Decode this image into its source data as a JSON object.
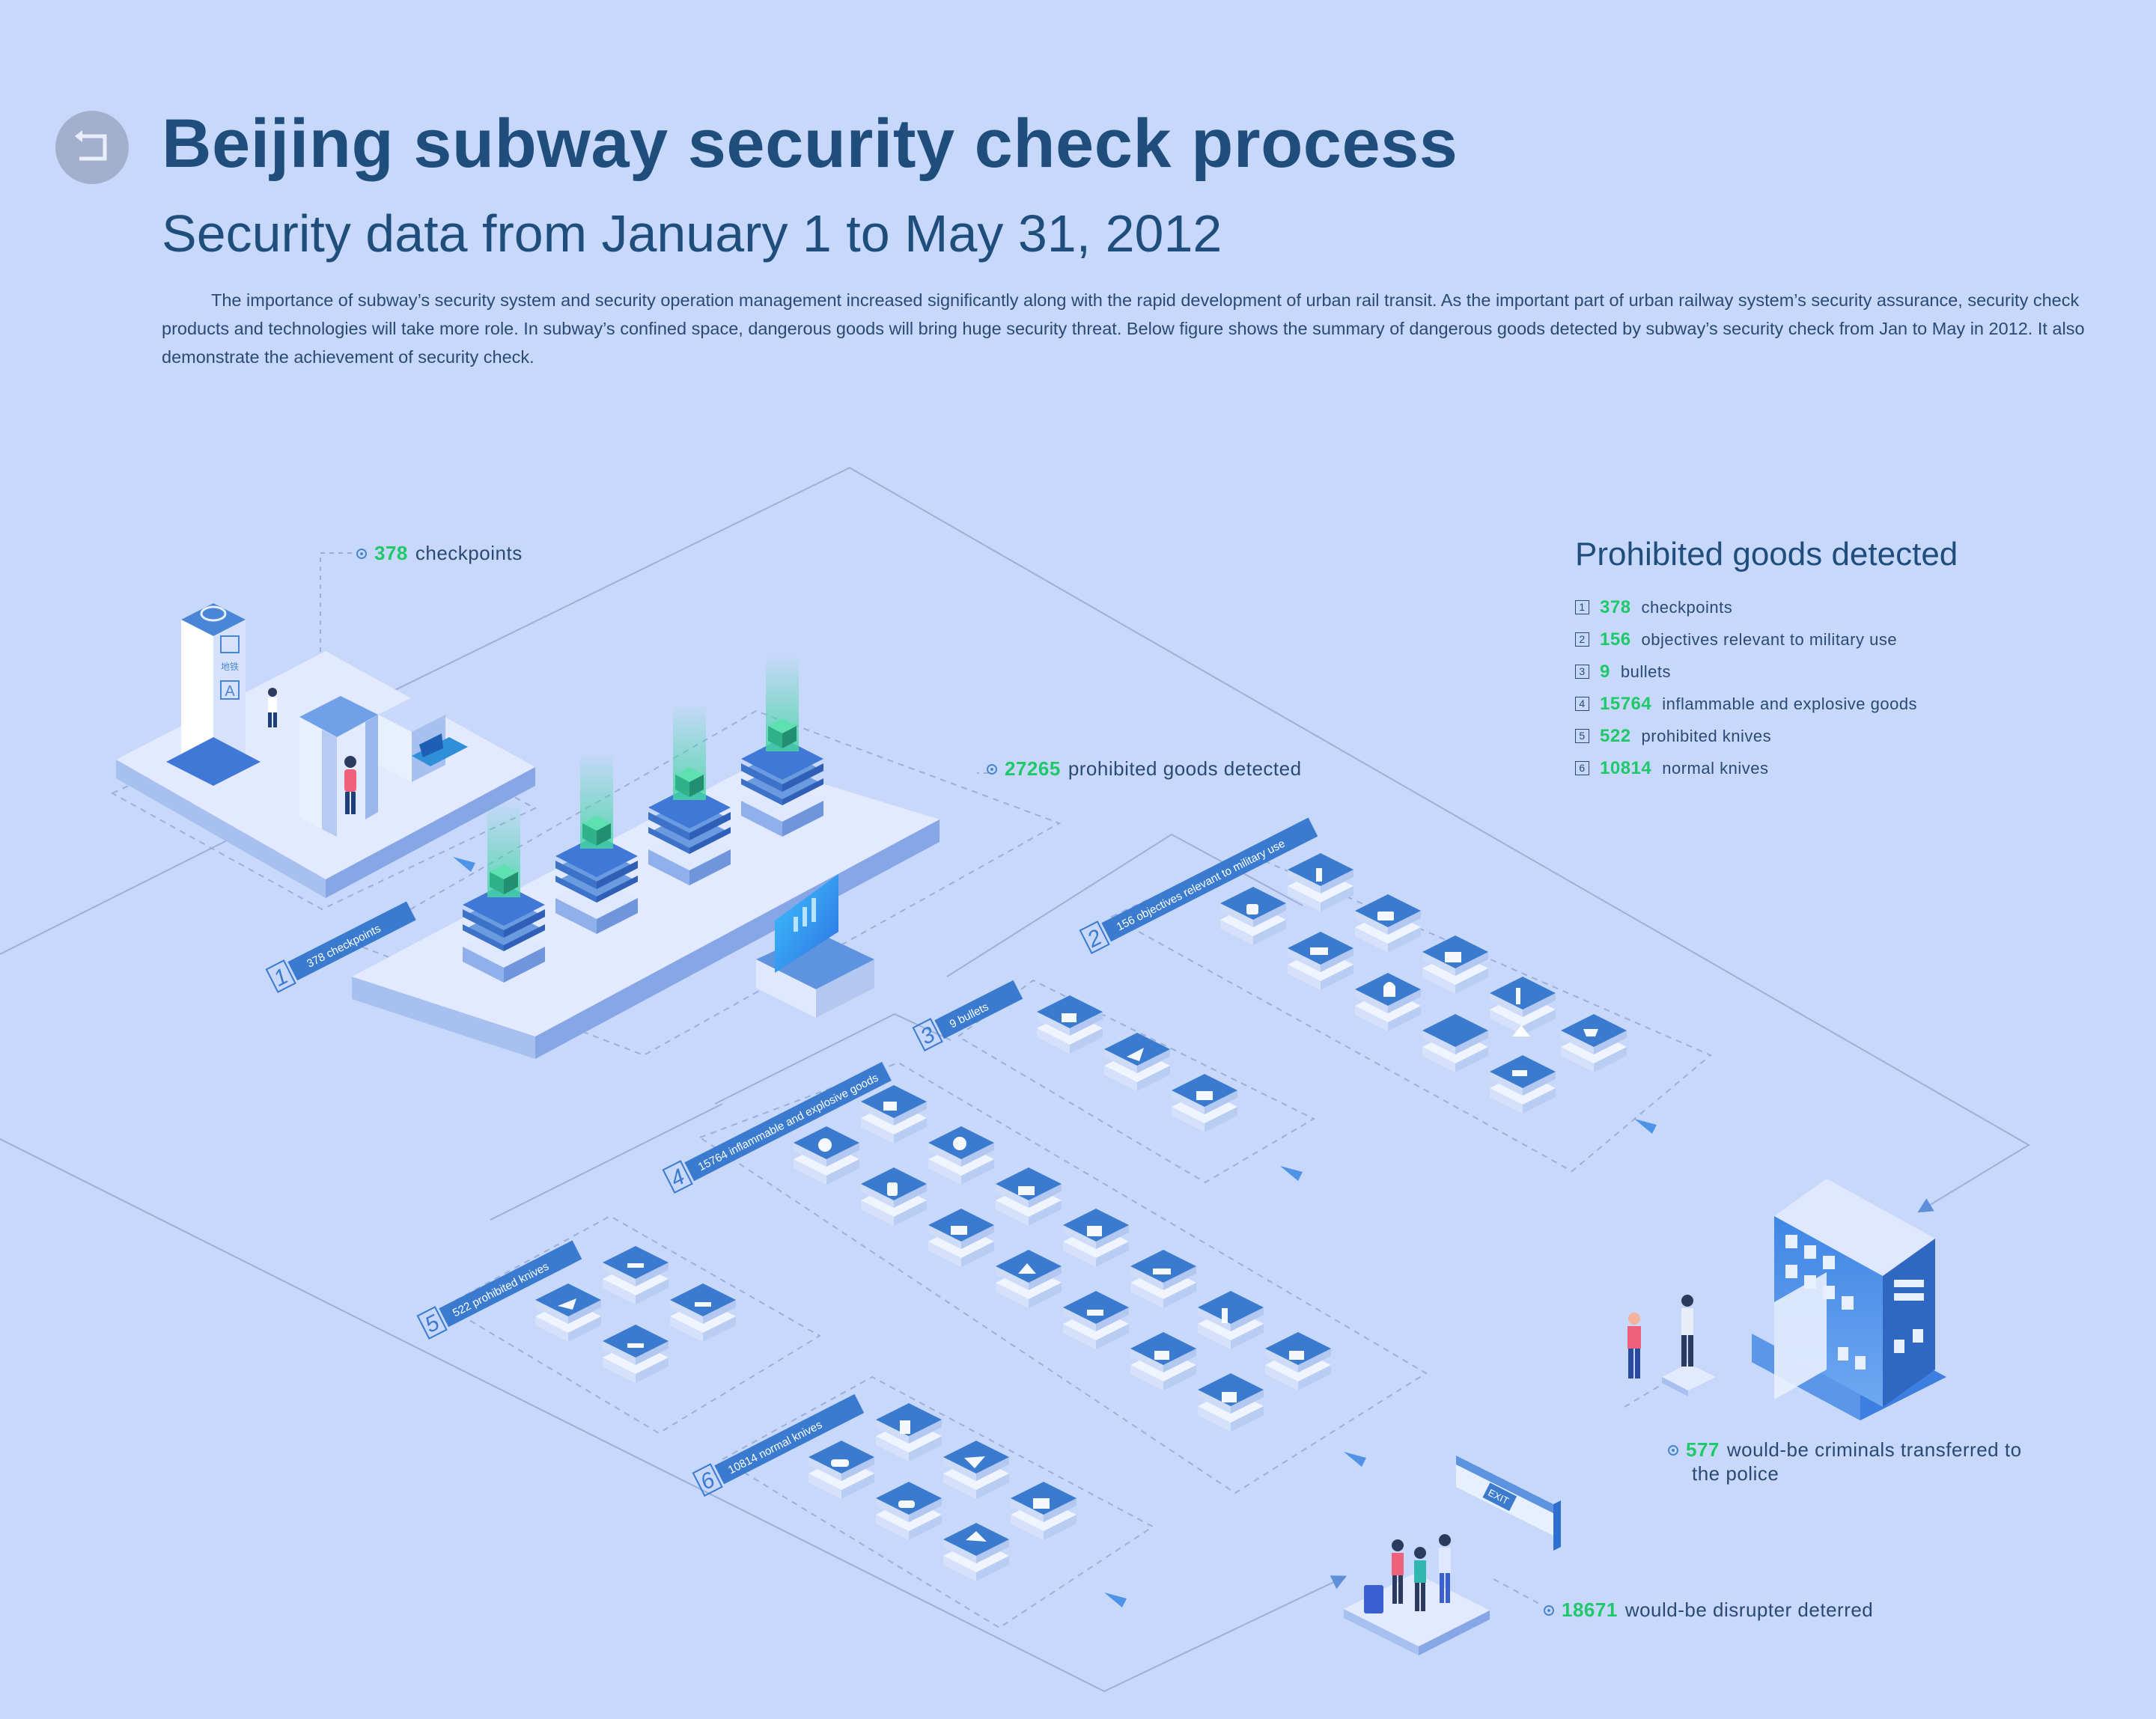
{
  "header": {
    "title": "Beijing subway security check process",
    "subtitle": "Security data from January 1 to May 31, 2012",
    "intro": "The importance of subway’s security system and security operation management increased significantly along with the rapid development of urban rail transit. As the important part of urban railway system’s security assurance, security check products and technologies will take more role. In subway’s confined space, dangerous goods will bring huge security threat. Below figure shows the summary of dangerous goods detected by subway’s security check from Jan to May in 2012. It also demonstrate the achievement of security check."
  },
  "callouts": {
    "checkpoints": {
      "value": "378",
      "label": "checkpoints"
    },
    "detected": {
      "value": "27265",
      "label": "prohibited goods detected"
    },
    "police": {
      "value": "577",
      "label": "would-be criminals transferred to",
      "label2": "the police"
    },
    "deterred": {
      "value": "18671",
      "label": "would-be disrupter deterred"
    }
  },
  "legend": {
    "title": "Prohibited goods detected",
    "items": [
      {
        "num": "1",
        "value": "378",
        "label": "checkpoints"
      },
      {
        "num": "2",
        "value": "156",
        "label": "objectives relevant to military use"
      },
      {
        "num": "3",
        "value": "9",
        "label": "bullets"
      },
      {
        "num": "4",
        "value": "15764",
        "label": "inflammable and explosive goods"
      },
      {
        "num": "5",
        "value": "522",
        "label": "prohibited knives"
      },
      {
        "num": "6",
        "value": "10814",
        "label": "normal knives"
      }
    ]
  },
  "zones": {
    "z1": {
      "num": "1",
      "banner": "378 checkpoints"
    },
    "z2": {
      "num": "2",
      "banner": "156 objectives relevant to military use"
    },
    "z3": {
      "num": "3",
      "banner": "9 bullets"
    },
    "z4": {
      "num": "4",
      "banner": "15764 inflammable and explosive goods"
    },
    "z5": {
      "num": "5",
      "banner": "522 prohibited knives"
    },
    "z6": {
      "num": "6",
      "banner": "10814 normal knives"
    }
  },
  "signs": {
    "exit": "EXIT",
    "kiosk_a": "A",
    "kiosk_cn": "地铁"
  },
  "colors": {
    "background": "#c8d8fb",
    "title": "#1f4e7d",
    "accent_green": "#1fc86a",
    "tile_blue": "#3a7bd0"
  }
}
